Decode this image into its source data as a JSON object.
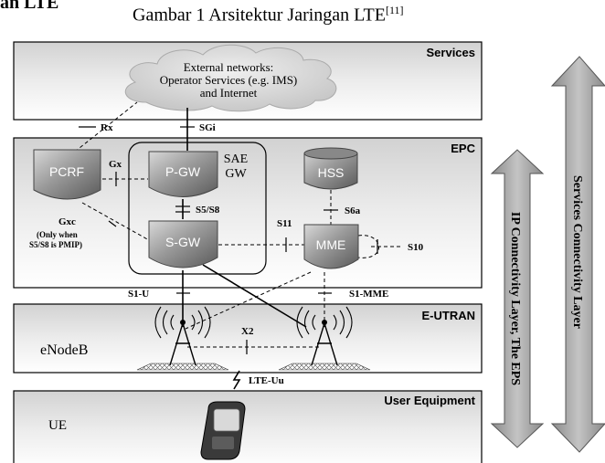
{
  "figure": {
    "heading_fragment": "an LTE",
    "caption": "Gambar 1 Arsitektur Jaringan LTE",
    "caption_ref": "[11]"
  },
  "layers": {
    "services": "Services",
    "epc": "EPC",
    "eutran": "E-UTRAN",
    "ue_layer": "User Equipment"
  },
  "cloud": {
    "line1": "External networks:",
    "line2": "Operator Services (e.g. IMS)",
    "line3": "and Internet"
  },
  "nodes": {
    "pcrf": "PCRF",
    "pgw": "P-GW",
    "sgw": "S-GW",
    "hss": "HSS",
    "mme": "MME",
    "sae_line1": "SAE",
    "sae_line2": "GW",
    "enodeb": "eNodeB",
    "ue": "UE"
  },
  "interfaces": {
    "rx": "Rx",
    "sgi": "SGi",
    "gx": "Gx",
    "gxc": "Gxc",
    "gxc_note1": "(Only when",
    "gxc_note2": "S5/S8 is PMIP)",
    "s5s8": "S5/S8",
    "s11": "S11",
    "s6a": "S6a",
    "s10": "S10",
    "s1u": "S1-U",
    "s1mme": "S1-MME",
    "x2": "X2",
    "lteuu": "LTE-Uu"
  },
  "side_arrows": {
    "ip": "IP Connectivity Layer, The EPS",
    "services": "Services Connectivity Layer"
  },
  "colors": {
    "node_dark": "#5a5a5a",
    "node_mid": "#9a9a9a",
    "node_light": "#d8d8d8",
    "arrow_fill": "#a8a8a8",
    "cloud_fill": "#dcdcdc"
  }
}
